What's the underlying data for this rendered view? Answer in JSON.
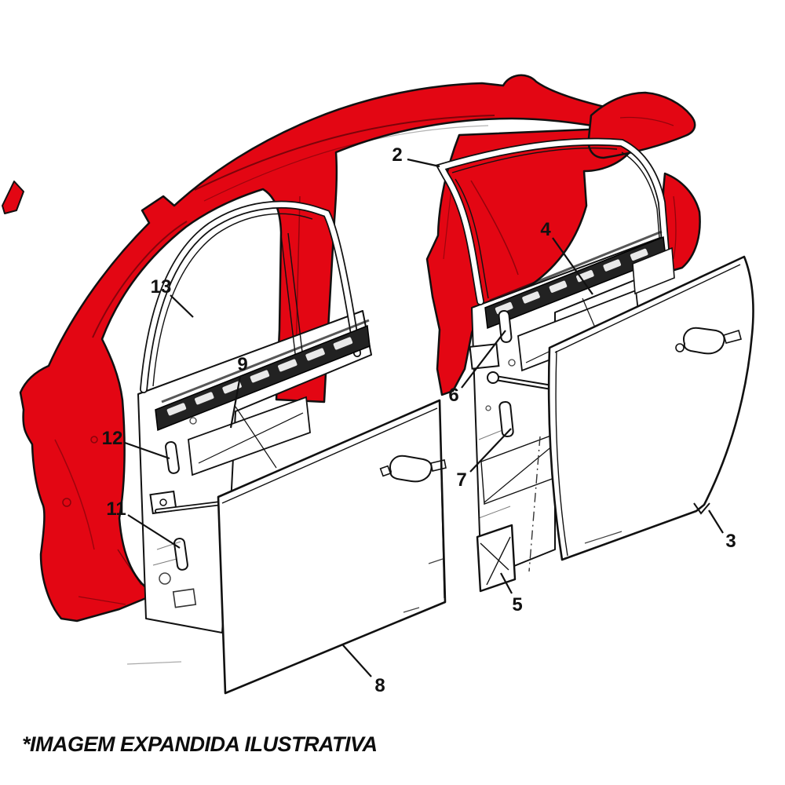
{
  "page": {
    "background_color": "#ffffff"
  },
  "diagram": {
    "caption": "*IMAGEM EXPANDIDA ILUSTRATIVA",
    "highlight_color": "#e30613",
    "line_color": "#111111",
    "callouts": [
      {
        "number": "2"
      },
      {
        "number": "3"
      },
      {
        "number": "4"
      },
      {
        "number": "5"
      },
      {
        "number": "6"
      },
      {
        "number": "7"
      },
      {
        "number": "8"
      },
      {
        "number": "9"
      },
      {
        "number": "11"
      },
      {
        "number": "12"
      },
      {
        "number": "13"
      }
    ]
  }
}
